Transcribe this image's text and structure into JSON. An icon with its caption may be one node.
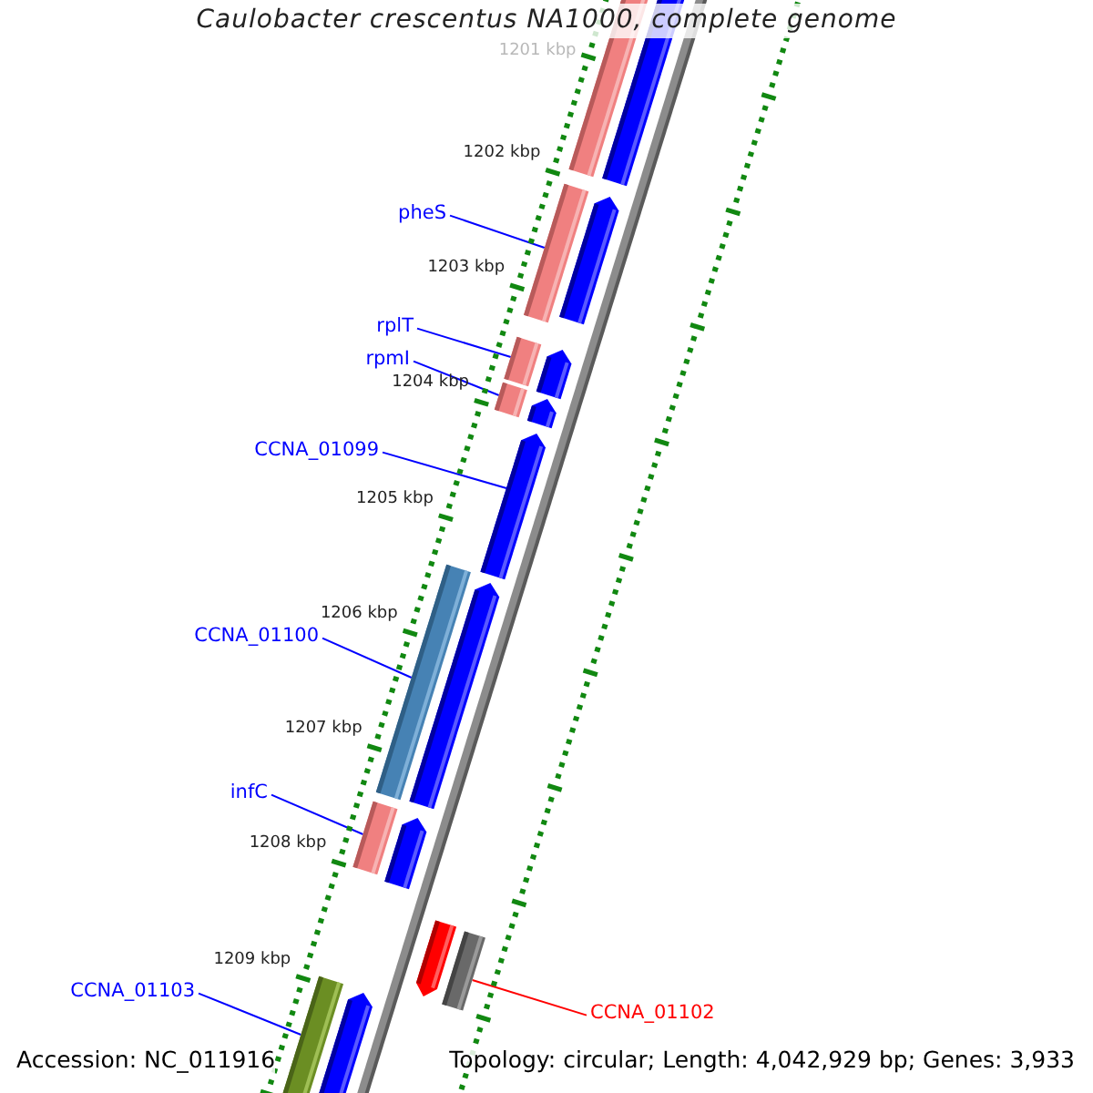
{
  "diagram": {
    "title": "Caulobacter crescentus NA1000, complete genome",
    "nodes": [
      {
        "text": [
          "pheS"
        ]
      },
      {
        "text": [],
        "shape": "bar"
      },
      {
        "text": [
          "rplT"
        ]
      },
      {
        "text": [],
        "shape": "bar"
      },
      {
        "text": [
          "rpmI"
        ]
      },
      {
        "text": [],
        "shape": "bar"
      },
      {
        "text": [
          "CCNA_01099"
        ]
      },
      {
        "text": [],
        "shape": "arrow"
      },
      {
        "text": [
          "CCNA_01100"
        ]
      },
      {
        "text": [],
        "shape": "bar"
      },
      {
        "text": [
          "infC"
        ]
      },
      {
        "text": [],
        "shape": "bar"
      },
      {
        "text": [
          "CCNA_01102"
        ]
      },
      {
        "text": [],
        "shape": "bar"
      },
      {
        "text": [
          "CCNA_01103"
        ]
      },
      {
        "text": [],
        "shape": "bar"
      }
    ],
    "edges": [
      {
        "from": 0,
        "to": 1,
        "arrow": "none"
      },
      {
        "from": 2,
        "to": 3,
        "arrow": "none"
      },
      {
        "from": 4,
        "to": 5,
        "arrow": "none"
      },
      {
        "from": 6,
        "to": 7,
        "arrow": "none"
      },
      {
        "from": 8,
        "to": 9,
        "arrow": "none"
      },
      {
        "from": 10,
        "to": 11,
        "arrow": "none"
      },
      {
        "from": 12,
        "to": 13,
        "arrow": "none",
        "color": "#ff0000"
      },
      {
        "from": 14,
        "to": 15,
        "arrow": "none"
      }
    ],
    "labels": [
      "1201 kbp",
      "1202 kbp",
      "1203 kbp",
      "1204 kbp",
      "1205 kbp",
      "1206 kbp",
      "1207 kbp",
      "1208 kbp",
      "1209 kbp",
      "Accession: NC_011916",
      "Topology: circular; Length: 4,042,929 bp; Genes: 3,933"
    ]
  }
}
